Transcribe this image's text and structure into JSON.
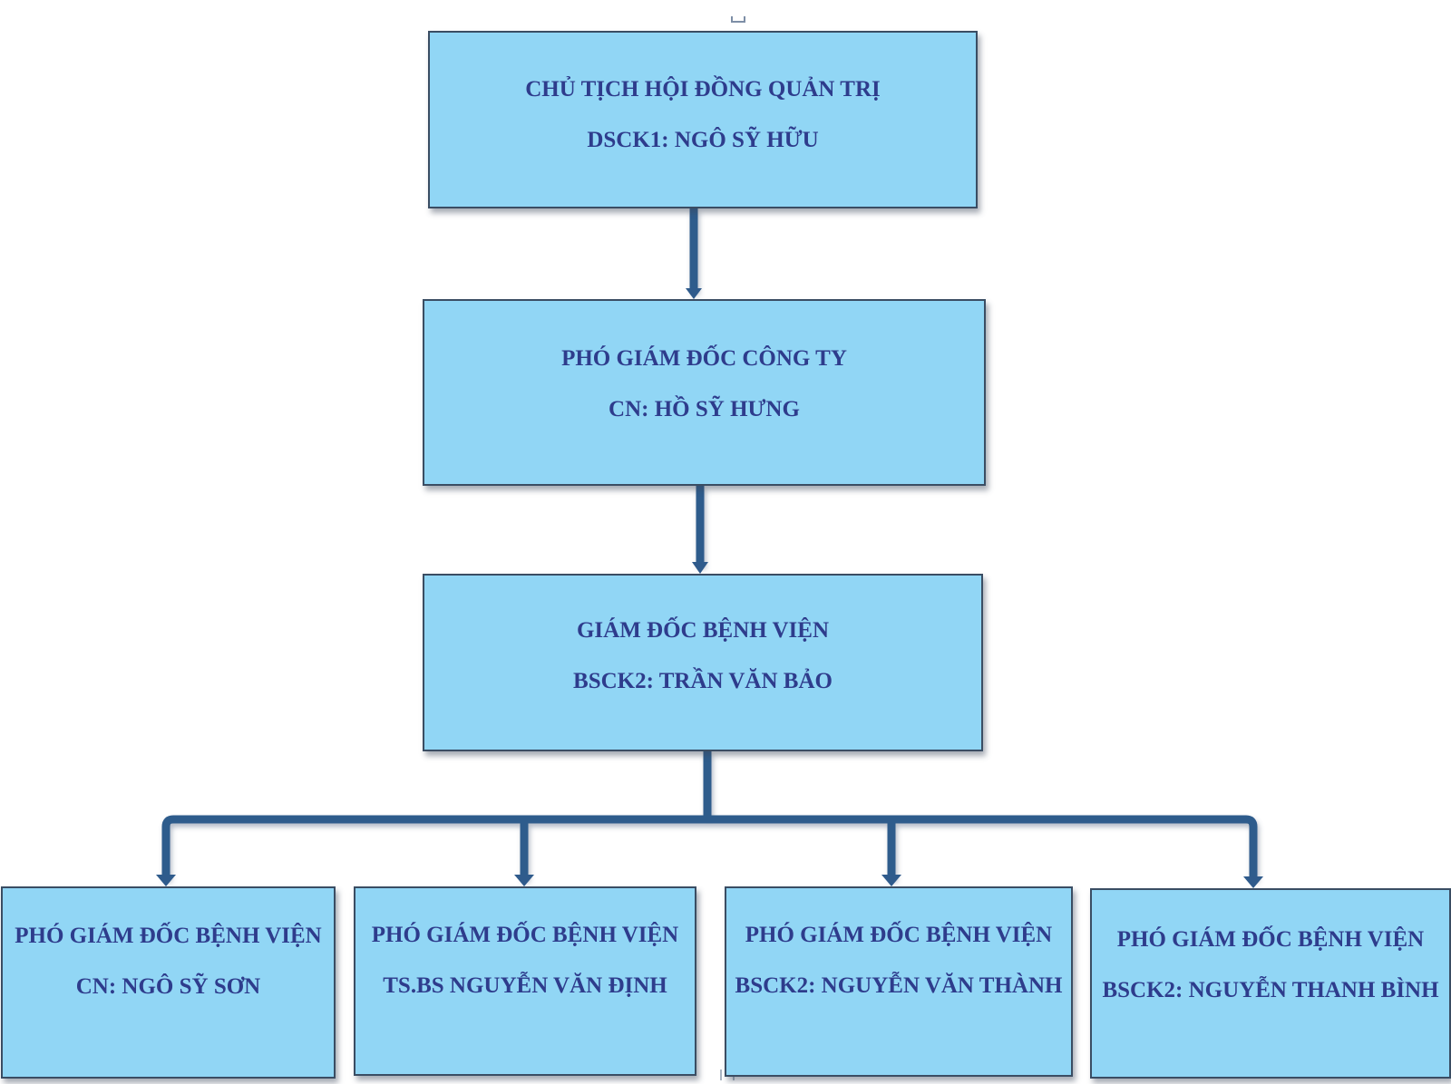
{
  "diagram": {
    "type": "org-chart",
    "colors": {
      "node_fill": "#91d6f5",
      "node_border": "#3a4d63",
      "text": "#2e3c8c",
      "connector": "#2f5b8c",
      "background": "#ffffff"
    },
    "nodes": {
      "chairman": {
        "title": "CHỦ TỊCH HỘI ĐỒNG QUẢN TRỊ",
        "person": "DSCK1: NGÔ SỸ HỮU"
      },
      "deputy_company": {
        "title": "PHÓ GIÁM ĐỐC CÔNG TY",
        "person": "CN: HỒ SỸ HƯNG"
      },
      "hospital_director": {
        "title": "GIÁM ĐỐC BỆNH VIỆN",
        "person": "BSCK2: TRẦN VĂN BẢO"
      },
      "deputies": [
        {
          "title": "PHÓ GIÁM ĐỐC BỆNH VIỆN",
          "person": "CN: NGÔ SỸ SƠN"
        },
        {
          "title": "PHÓ GIÁM ĐỐC BỆNH VIỆN",
          "person": "TS.BS NGUYỄN VĂN ĐỊNH"
        },
        {
          "title": "PHÓ GIÁM ĐỐC BỆNH VIỆN",
          "person": "BSCK2: NGUYỄN VĂN THÀNH"
        },
        {
          "title": "PHÓ GIÁM ĐỐC BỆNH VIỆN",
          "person": "BSCK2: NGUYỄN THANH BÌNH"
        }
      ]
    },
    "edges": [
      {
        "from": "chairman",
        "to": "deputy_company"
      },
      {
        "from": "deputy_company",
        "to": "hospital_director"
      },
      {
        "from": "hospital_director",
        "to": "deputies.0"
      },
      {
        "from": "hospital_director",
        "to": "deputies.1"
      },
      {
        "from": "hospital_director",
        "to": "deputies.2"
      },
      {
        "from": "hospital_director",
        "to": "deputies.3"
      }
    ]
  }
}
